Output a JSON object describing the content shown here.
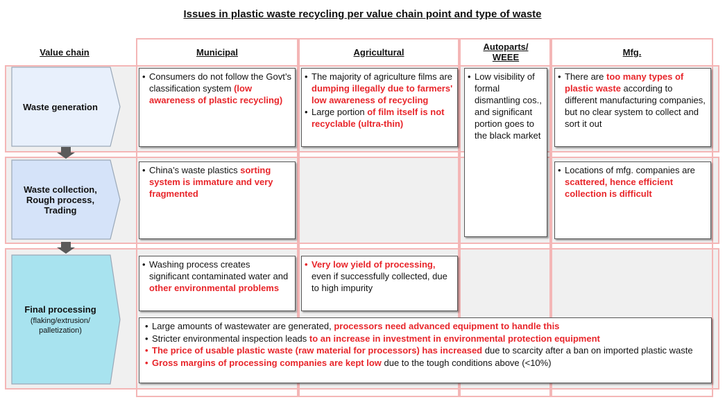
{
  "title": "Issues in plastic waste recycling per value chain point and type of waste",
  "columns": {
    "value_chain": "Value chain",
    "municipal": "Municipal",
    "agricultural": "Agricultural",
    "autoparts": "Autoparts/ WEEE",
    "mfg": "Mfg."
  },
  "stages": {
    "generation": "Waste generation",
    "collection": "Waste collection, Rough process, Trading",
    "final": "Final processing",
    "final_sub": "(flaking/extrusion/ palletization)"
  },
  "colors": {
    "frame": "#f4b6b6",
    "band": "#f0f0f0",
    "accent_red": "#e8262b",
    "stage1": "#e8f0fc",
    "stage2": "#d5e3f9",
    "stage3": "#a8e3ef",
    "arrow": "#5a5a5a"
  },
  "cells": {
    "gen_municipal": {
      "a": "Consumers do not follow the Govt’s classification system ",
      "b": "(low awareness of plastic recycling)"
    },
    "gen_agri_1": {
      "a": "The majority of agriculture films are ",
      "b": "dumping illegally due to farmers' low awareness of recycling"
    },
    "gen_agri_2": {
      "a": "Large portion ",
      "b": "of film itself is not recyclable (ultra-thin)"
    },
    "gen_auto": {
      "a": "Low visibility of formal dismantling cos., and significant portion goes to the black market"
    },
    "gen_mfg": {
      "a": "There are ",
      "b": "too many types of plastic waste",
      "c": " according to different manufacturing companies, but no clear system to collect and sort it out"
    },
    "col_municipal": {
      "a": "China’s waste plastics ",
      "b": "sorting system is immature and very fragmented"
    },
    "col_mfg": {
      "a": "Locations of mfg. companies are ",
      "b": "scattered, hence efficient collection is difficult"
    },
    "fin_municipal": {
      "a": "Washing process creates significant contaminated water and ",
      "b": "other environmental problems"
    },
    "fin_agri": {
      "a": "Very low yield of processing,",
      "b": " even if successfully collected, due to high impurity"
    },
    "fin_all": [
      {
        "a": "Large amounts of wastewater are generated, ",
        "b": "processors need advanced equipment to handle this",
        "c": ""
      },
      {
        "a": "Stricter environmental inspection leads ",
        "b": "to an increase in investment in environmental protection equipment",
        "c": ""
      },
      {
        "a": "",
        "b": "The price of usable plastic waste (raw material for processors) has increased",
        "c": " due to scarcity after a ban on imported plastic waste"
      },
      {
        "a": "",
        "b": "Gross margins of processing companies are kept low",
        "c": " due to the tough conditions above (<10%)"
      }
    ]
  }
}
